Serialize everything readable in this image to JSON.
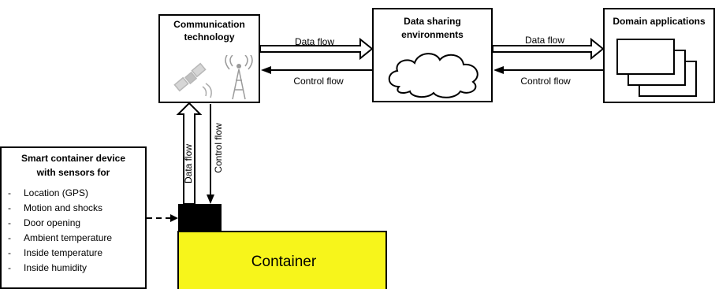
{
  "comm_box": {
    "title_line1": "Communication",
    "title_line2": "technology",
    "icons": [
      "satellite-icon",
      "antenna-tower-icon"
    ]
  },
  "data_box": {
    "title_line1": "Data sharing",
    "title_line2": "environments",
    "icons": [
      "cloud-icon"
    ]
  },
  "domain_box": {
    "title": "Domain applications",
    "icons": [
      "stacked-windows-icon"
    ]
  },
  "flows": {
    "data_flow_1": "Data flow",
    "control_flow_1": "Control flow",
    "data_flow_2": "Data flow",
    "control_flow_2": "Control flow",
    "data_flow_vertical": "Data flow",
    "control_flow_vertical": "Control flow"
  },
  "device_box": {
    "title_line1": "Smart container device",
    "title_line2": "with sensors for",
    "sensors": [
      "Location (GPS)",
      "Motion and shocks",
      "Door opening",
      "Ambient temperature",
      "Inside temperature",
      "Inside humidity"
    ]
  },
  "container": {
    "label": "Container",
    "color": "#f7f51b",
    "device_color": "#000000"
  }
}
